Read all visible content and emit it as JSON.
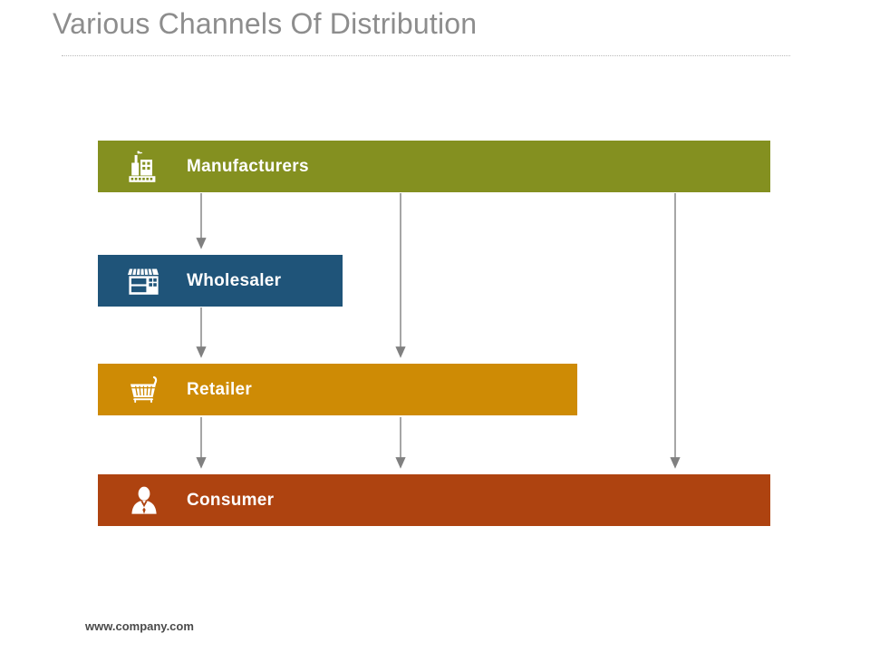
{
  "slide": {
    "title": "Various Channels Of Distribution",
    "title_color": "#8d8d8d",
    "background": "#ffffff",
    "footer_url": "www.company.com"
  },
  "diagram": {
    "type": "flow-chart",
    "arrow_color": "#808080",
    "stages": [
      {
        "id": "manufacturers",
        "label": "Manufacturers",
        "icon": "factory-icon",
        "color": "#849020",
        "level": 1
      },
      {
        "id": "wholesaler",
        "label": "Wholesaler",
        "icon": "storefront-icon",
        "color": "#1f5479",
        "level": 2
      },
      {
        "id": "retailer",
        "label": "Retailer",
        "icon": "shopping-cart-icon",
        "color": "#ce8b05",
        "level": 3
      },
      {
        "id": "consumer",
        "label": "Consumer",
        "icon": "person-icon",
        "color": "#ae4310",
        "level": 4
      }
    ],
    "connections": [
      {
        "from": "manufacturers",
        "to": "wholesaler"
      },
      {
        "from": "manufacturers",
        "to": "retailer"
      },
      {
        "from": "manufacturers",
        "to": "consumer"
      },
      {
        "from": "wholesaler",
        "to": "retailer"
      },
      {
        "from": "retailer",
        "to": "consumer"
      },
      {
        "from": "retailer",
        "to": "consumer"
      }
    ]
  }
}
